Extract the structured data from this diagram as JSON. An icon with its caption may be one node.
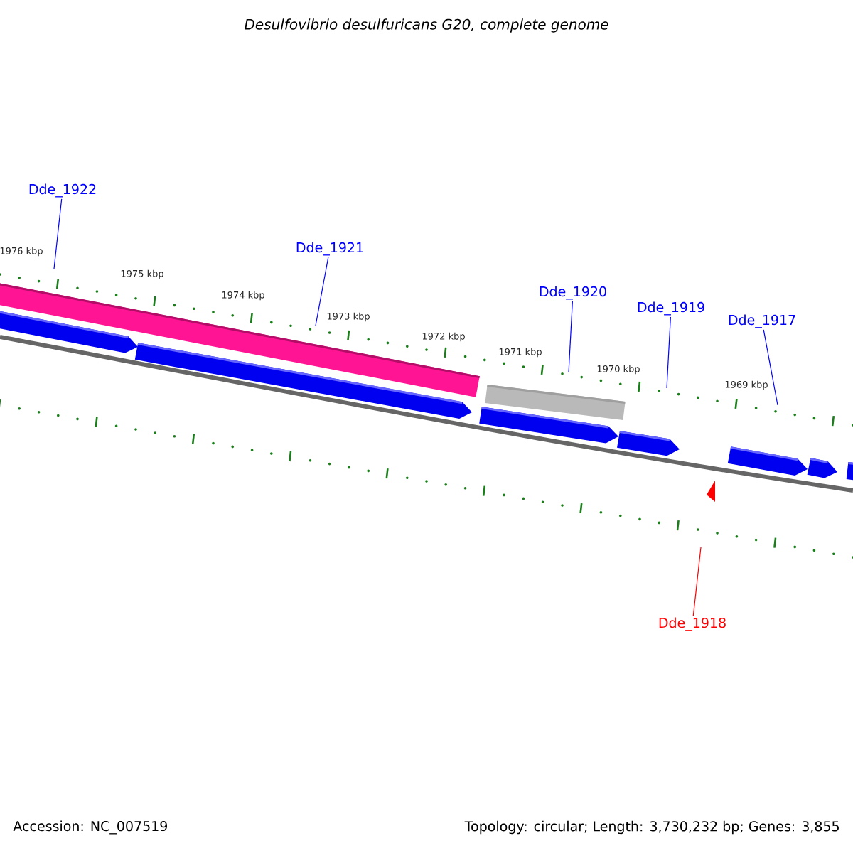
{
  "diagram": {
    "title": "Desulfovibrio desulfuricans G20, complete genome",
    "nodes": [
      {
        "text": [
          "Dde_1922"
        ]
      },
      {
        "text": [
          "Dde_1921"
        ]
      },
      {
        "text": [
          "Dde_1920"
        ]
      },
      {
        "text": [
          "Dde_1919"
        ]
      },
      {
        "text": [
          "Dde_1917"
        ]
      },
      {
        "text": [
          "Dde_1918"
        ]
      }
    ],
    "edges": [
      {
        "from": 0,
        "to": null,
        "arrow": "none"
      },
      {
        "from": 1,
        "to": null,
        "arrow": "none"
      },
      {
        "from": 2,
        "to": null,
        "arrow": "none"
      },
      {
        "from": 3,
        "to": null,
        "arrow": "none"
      },
      {
        "from": 4,
        "to": null,
        "arrow": "none"
      },
      {
        "from": 5,
        "to": null,
        "arrow": "none",
        "color": "#ff0000"
      }
    ],
    "labels": [
      "1976 kbp",
      "1975 kbp",
      "1974 kbp",
      "1973 kbp",
      "1972 kbp",
      "1971 kbp",
      "1970 kbp",
      "1969 kbp",
      "Accession: NC_007519",
      "Topology: circular; Length: 3,730,232 bp; Genes: 3,855"
    ]
  }
}
